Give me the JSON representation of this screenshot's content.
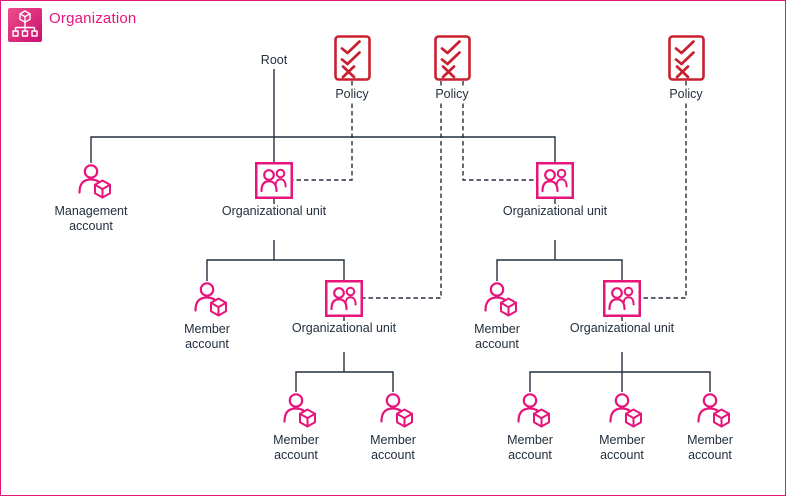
{
  "header": {
    "title": "Organization"
  },
  "colors": {
    "pink": "#E7157B",
    "policy_red": "#C8202E",
    "ink": "#232F3E",
    "badge_gradient": [
      "#ED4E8B",
      "#CB0D6F"
    ]
  },
  "diagram": {
    "root": "Root",
    "policies": [
      "Policy",
      "Policy",
      "Policy"
    ],
    "management_account": "Management account",
    "left_ou": {
      "label": "Organizational unit",
      "member": "Member account",
      "nested_ou": {
        "label": "Organizational unit",
        "members": [
          "Member account",
          "Member account"
        ]
      }
    },
    "right_ou": {
      "label": "Organizational unit",
      "member": "Member account",
      "nested_ou": {
        "label": "Organizational unit",
        "members": [
          "Member account",
          "Member account",
          "Member account"
        ]
      }
    }
  }
}
